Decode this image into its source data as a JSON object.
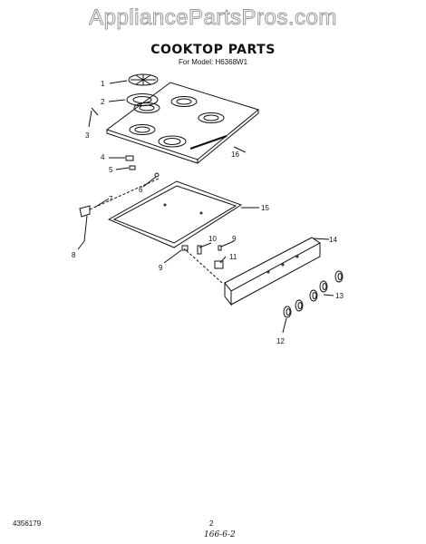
{
  "watermark": "AppliancePartsPros.com",
  "header": {
    "title": "COOKTOP PARTS",
    "subtitle": "For Model: H6368W1"
  },
  "callouts": [
    "1",
    "2",
    "3",
    "4",
    "5",
    "6",
    "7",
    "8",
    "9",
    "10",
    "9",
    "11",
    "14",
    "15",
    "16",
    "13",
    "12"
  ],
  "footer": {
    "doc_number": "4356179",
    "page_number": "2",
    "handwritten": "166-6-2"
  }
}
